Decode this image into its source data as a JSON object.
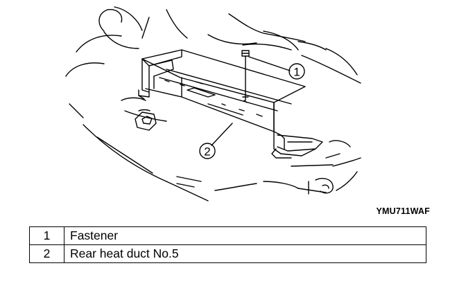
{
  "figure": {
    "code": "YMU711WAF",
    "callouts": [
      "1",
      "2"
    ]
  },
  "legend": [
    {
      "num": "1",
      "text": "Fastener"
    },
    {
      "num": "2",
      "text": "Rear heat duct No.5"
    }
  ],
  "colors": {
    "ink": "#000000",
    "paper": "#ffffff"
  }
}
